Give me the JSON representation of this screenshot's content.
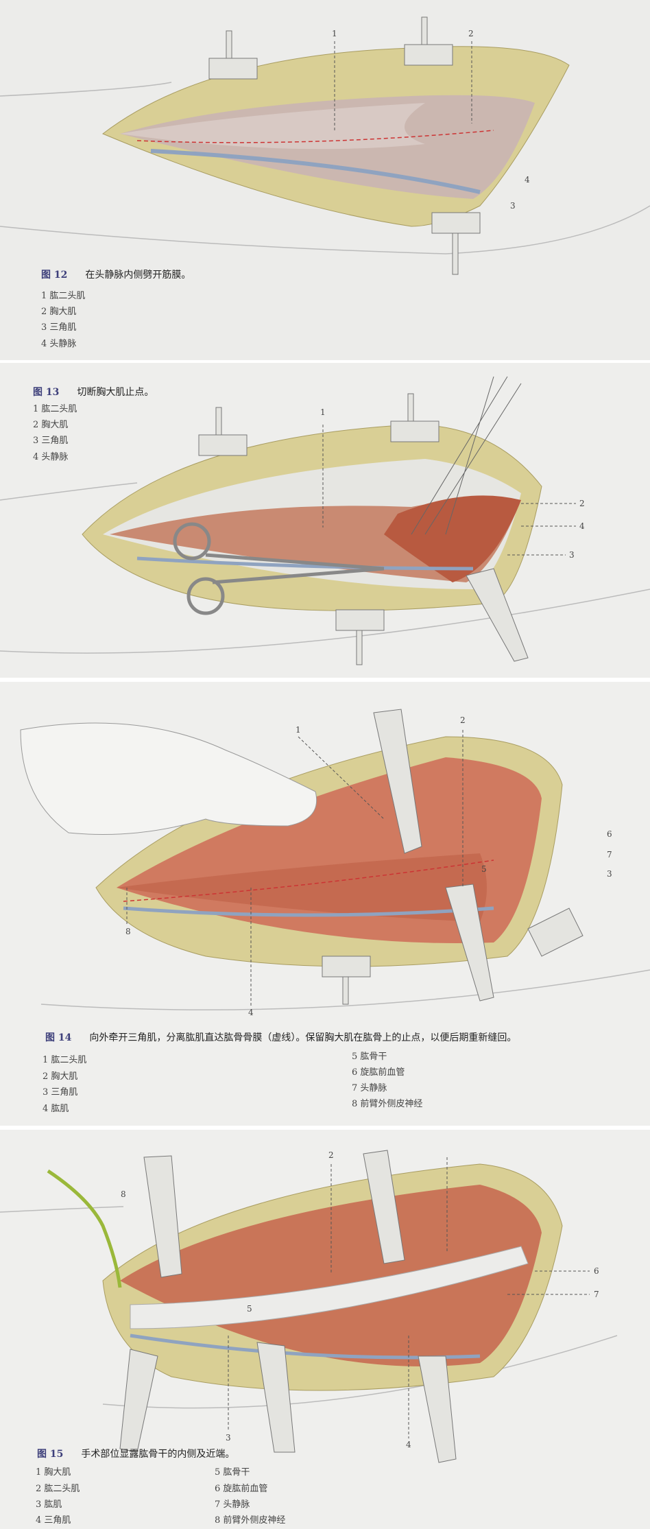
{
  "figures": [
    {
      "label": "图 12",
      "caption": "在头静脉内侧劈开筋膜。",
      "legend": [
        "1  肱二头肌",
        "2  胸大肌",
        "3  三角肌",
        "4  头静脉"
      ],
      "callouts": [
        "1",
        "2",
        "4",
        "3"
      ]
    },
    {
      "label": "图 13",
      "caption": "切断胸大肌止点。",
      "legend": [
        "1  肱二头肌",
        "2  胸大肌",
        "3  三角肌",
        "4  头静脉"
      ],
      "callouts": [
        "1",
        "2",
        "4",
        "3"
      ]
    },
    {
      "label": "图 14",
      "caption": "向外牵开三角肌，分离肱肌直达肱骨骨膜（虚线）。保留胸大肌在肱骨上的止点，以便后期重新缝回。",
      "legend": [
        "1  肱二头肌",
        "2  胸大肌",
        "3  三角肌",
        "4  肱肌",
        "5  肱骨干",
        "6  旋肱前血管",
        "7  头静脉",
        "8  前臂外侧皮神经"
      ],
      "callouts": [
        "1",
        "2",
        "6",
        "7",
        "3",
        "5",
        "8",
        "4"
      ]
    },
    {
      "label": "图 15",
      "caption": "手术部位显露肱骨干的内侧及近端。",
      "legend": [
        "1  胸大肌",
        "2  肱二头肌",
        "3  肱肌",
        "4  三角肌",
        "5  肱骨干",
        "6  旋肱前血管",
        "7  头静脉",
        "8  前臂外侧皮神经"
      ],
      "callouts": [
        "2",
        "8",
        "6",
        "7",
        "5",
        "3",
        "4"
      ]
    }
  ],
  "colors": {
    "fat": "#d9cf95",
    "muscle": "#c9745a",
    "fascia": "#cbb7b0",
    "vein": "#8fa3c0",
    "retractor": "#d8d8d4",
    "figlabel": "#3d3f7a"
  }
}
